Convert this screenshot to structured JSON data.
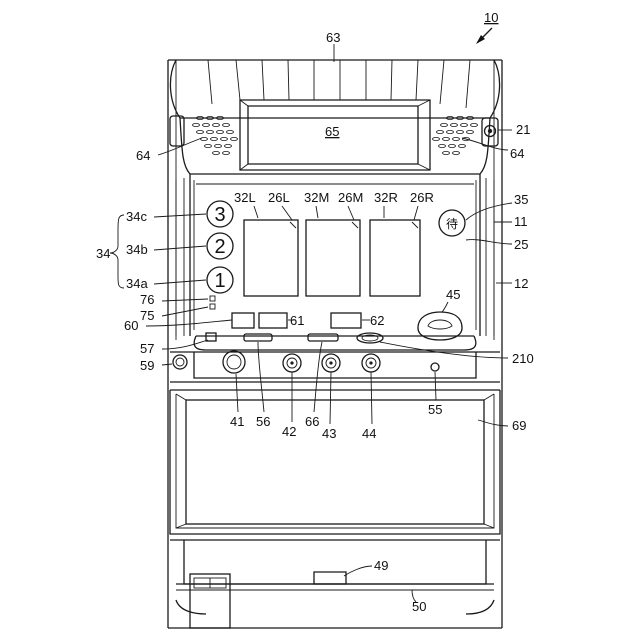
{
  "figure": {
    "number": "10"
  },
  "labels": {
    "n63": "63",
    "n65": "65",
    "n64L": "64",
    "n64R": "64",
    "n21": "21",
    "n35": "35",
    "n11": "11",
    "n25": "25",
    "n12": "12",
    "n45": "45",
    "n32L": "32L",
    "n26L": "26L",
    "n32M": "32M",
    "n26M": "26M",
    "n32R": "32R",
    "n26R": "26R",
    "n34c": "34c",
    "n34b": "34b",
    "n34": "34",
    "n34a": "34a",
    "n76": "76",
    "n75": "75",
    "n60": "60",
    "n61": "61",
    "n62": "62",
    "n57": "57",
    "n59": "59",
    "n210": "210",
    "n41": "41",
    "n56": "56",
    "n42": "42",
    "n66": "66",
    "n43": "43",
    "n44": "44",
    "n55": "55",
    "n69": "69",
    "n49": "49",
    "n50": "50"
  },
  "marks": {
    "lamp3": "3",
    "lamp2": "2",
    "lamp1": "1",
    "standby_char": "待"
  }
}
